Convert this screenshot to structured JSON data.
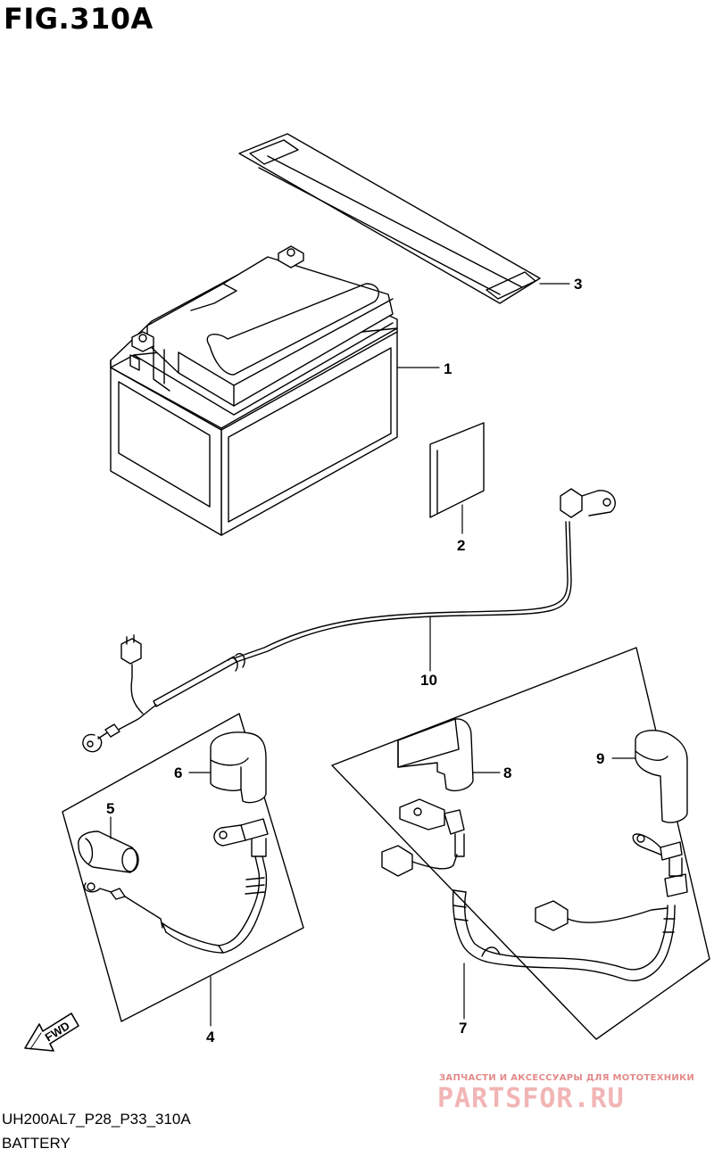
{
  "figure": {
    "title": "FIG.310A"
  },
  "footer": {
    "code": "UH200AL7_P28_P33_310A",
    "name": "BATTERY"
  },
  "orientation": {
    "text": "FWD"
  },
  "watermark": {
    "tagline": "ЗАПЧАСТИ И АКСЕССУАРЫ ДЛЯ МОТОТЕХНИКИ",
    "logo_text": "PARTSFOR.RU"
  },
  "callouts": [
    "1",
    "2",
    "3",
    "4",
    "5",
    "6",
    "7",
    "8",
    "9",
    "10"
  ]
}
